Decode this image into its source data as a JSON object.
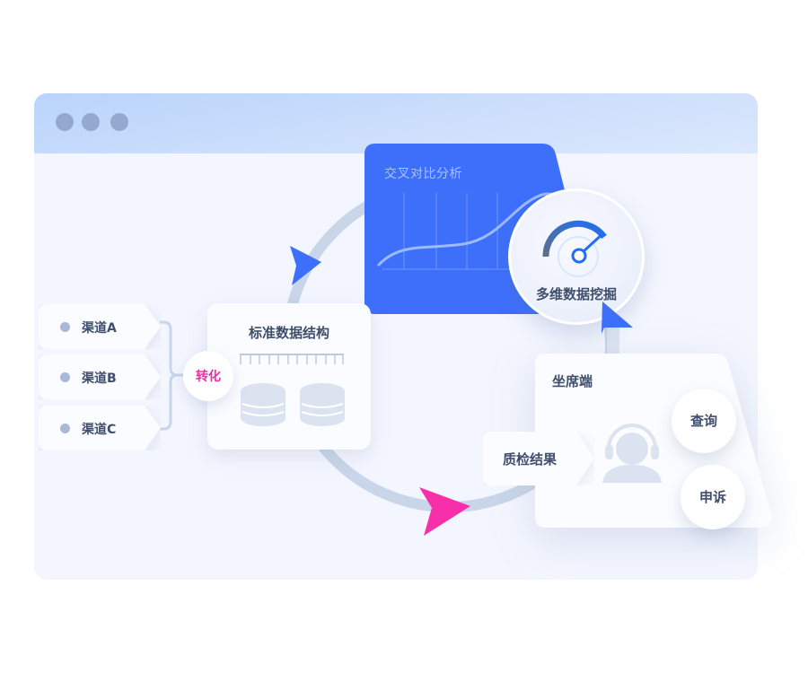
{
  "window": {
    "traffic_dots": 3,
    "titlebar_color": "#c4dafc",
    "background": "#f3f6fe"
  },
  "analysis_panel": {
    "title": "交叉对比分析",
    "color": "#3d6ffb",
    "icon": "line-chart-icon"
  },
  "mining_node": {
    "label": "多维数据挖掘",
    "icon": "gauge-icon"
  },
  "channels": [
    {
      "label": "渠道A"
    },
    {
      "label": "渠道B"
    },
    {
      "label": "渠道C"
    }
  ],
  "convert_node": {
    "label": "转化",
    "color": "#ee2fa4"
  },
  "standard_structure": {
    "title": "标准数据结构",
    "icons": [
      "database-icon",
      "database-icon"
    ]
  },
  "agent_panel": {
    "title": "坐席端",
    "icon": "headset-agent-icon",
    "actions": [
      {
        "label": "查询"
      },
      {
        "label": "申诉"
      }
    ]
  },
  "qc_result": {
    "label": "质检结果"
  },
  "flow_arrows": {
    "blue": "#3d6ffb",
    "pink": "#f72fa8",
    "ring": "#c9d5e8"
  }
}
